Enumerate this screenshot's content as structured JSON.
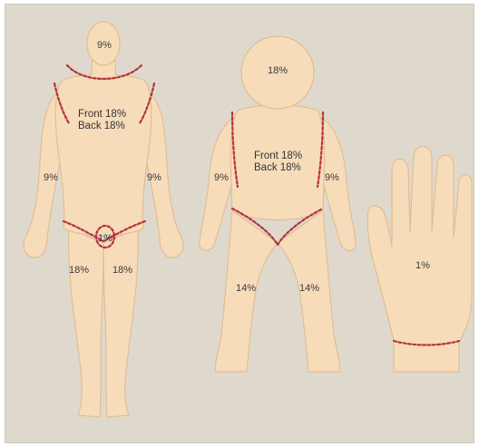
{
  "colors": {
    "background": "#dfd9cd",
    "skin": "#f7dcba",
    "skin_outline": "#e3bd93",
    "boundary": "#b5323c",
    "text": "#3a3a3a"
  },
  "adult": {
    "head": "9%",
    "torso_front": "Front 18%",
    "torso_back": "Back 18%",
    "left_arm": "9%",
    "right_arm": "9%",
    "perineum": "1%",
    "left_leg": "18%",
    "right_leg": "18%"
  },
  "child": {
    "head": "18%",
    "torso_front": "Front 18%",
    "torso_back": "Back 18%",
    "left_arm": "9%",
    "right_arm": "9%",
    "left_leg": "14%",
    "right_leg": "14%"
  },
  "hand": {
    "palm": "1%"
  }
}
